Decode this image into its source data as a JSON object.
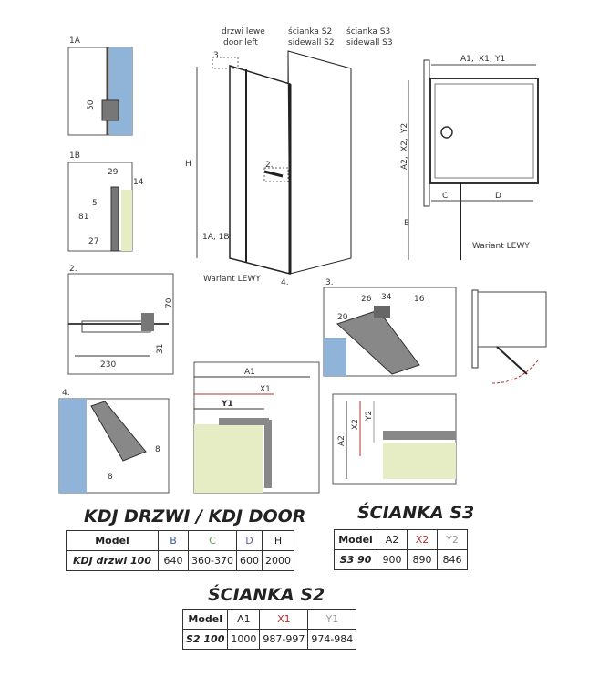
{
  "colors": {
    "blue": "#3a5a9a",
    "green": "#6a9a4a",
    "purple": "#6a5a8a",
    "red": "#b03030",
    "gray": "#999999",
    "glass": "#8fb4d8",
    "fill": "#e6ecc4"
  },
  "details": {
    "d1a": {
      "label": "1A",
      "dims": [
        "50"
      ]
    },
    "d1b": {
      "label": "1B",
      "dims": [
        "29",
        "14",
        "5",
        "81",
        "27"
      ]
    },
    "d2": {
      "label": "2.",
      "dims": [
        "70",
        "31",
        "230"
      ]
    },
    "d3": {
      "label": "3.",
      "dims": [
        "26",
        "34",
        "16",
        "20"
      ]
    },
    "d4": {
      "label": "4.",
      "dims": [
        "8",
        "8"
      ]
    },
    "dx1": {
      "dims": [
        "A1",
        "X1",
        "Y1"
      ]
    },
    "dx2": {
      "dims": [
        "A2",
        "X2",
        "Y2"
      ]
    }
  },
  "main_view": {
    "door": [
      "drzwi lewe",
      "door left"
    ],
    "s2": [
      "ścianka S2",
      "sidewall S2"
    ],
    "s3": [
      "ścianka S3",
      "sidewall S3"
    ],
    "h": "H",
    "c3": "3.",
    "c2": "2.",
    "c1": "1A, 1B",
    "c4": "4.",
    "variant": "Wariant LEWY"
  },
  "plan_view": {
    "a1": "A1,",
    "x1": "X1,",
    "y1": "Y1",
    "a2": "A2,",
    "x2": "X2,",
    "y2": "Y2",
    "b": "B",
    "c": "C",
    "d": "D",
    "variant": "Wariant LEWY"
  },
  "tables": {
    "door": {
      "title": "KDJ DRZWI / KDJ DOOR",
      "headers": [
        "Model",
        "B",
        "C",
        "D",
        "H"
      ],
      "row": [
        "KDJ drzwi 100",
        "640",
        "360-370",
        "600",
        "2000"
      ]
    },
    "s3": {
      "title": "ŚCIANKA S3",
      "headers": [
        "Model",
        "A2",
        "X2",
        "Y2"
      ],
      "row": [
        "S3 90",
        "900",
        "890",
        "846"
      ]
    },
    "s2": {
      "title": "ŚCIANKA S2",
      "headers": [
        "Model",
        "A1",
        "X1",
        "Y1"
      ],
      "row": [
        "S2 100",
        "1000",
        "987-997",
        "974-984"
      ]
    }
  }
}
